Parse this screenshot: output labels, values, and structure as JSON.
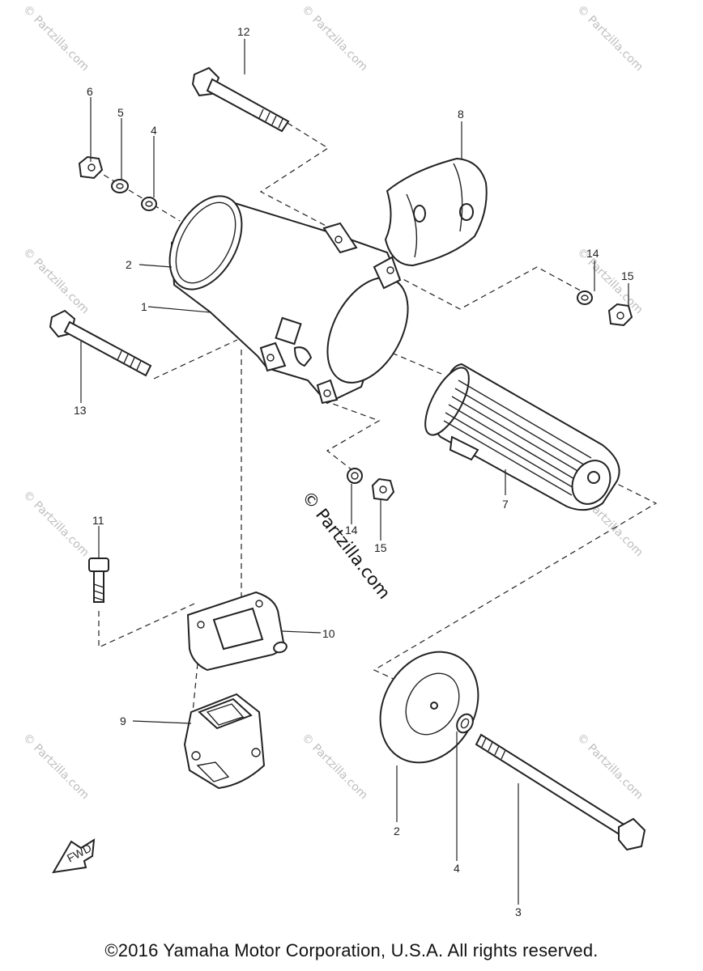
{
  "diagram": {
    "callouts": {
      "c12": "12",
      "c6": "6",
      "c5": "5",
      "c4a": "4",
      "c8": "8",
      "c2a": "2",
      "c1": "1",
      "c14a": "14",
      "c15a": "15",
      "c13": "13",
      "c7": "7",
      "c14b": "14",
      "c15b": "15",
      "c11": "11",
      "c10": "10",
      "c9": "9",
      "c2b": "2",
      "c4b": "4",
      "c3": "3"
    },
    "fwd_label": "FWD"
  },
  "watermark": {
    "small": "© Partzilla.com",
    "main": "© Partzilla.com"
  },
  "footer": {
    "copyright": "©2016  Yamaha Motor Corporation, U.S.A. All rights reserved."
  }
}
